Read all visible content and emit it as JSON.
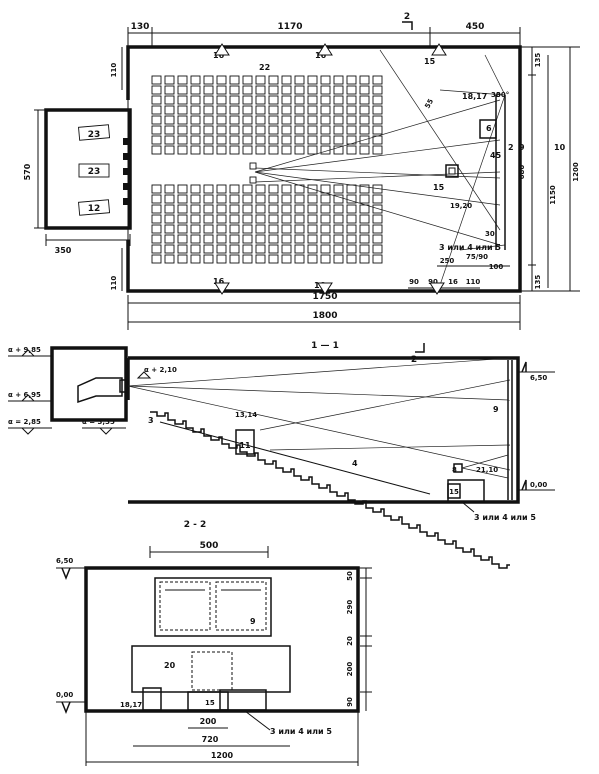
{
  "plan": {
    "dims_top": [
      "130",
      "1170",
      "450"
    ],
    "dims_bottom": [
      "1750",
      "1800"
    ],
    "dims_right": [
      "135",
      "135",
      "680",
      "1150",
      "1200"
    ],
    "dims_left": [
      "110",
      "110",
      "570",
      "350"
    ],
    "dims_inner": [
      "250",
      "75/90",
      "100",
      "90",
      "90",
      "16",
      "110"
    ],
    "labels": [
      "16",
      "22",
      "16",
      "15",
      "18,17",
      "6",
      "2",
      "9",
      "10",
      "45",
      "15",
      "19,20",
      "30",
      "30",
      "55",
      "16",
      "16"
    ],
    "angles": [
      "30°"
    ],
    "projection_rooms": [
      "23",
      "23",
      "12"
    ],
    "speaker_note": "3 или 4 или 5",
    "section_mark": "2"
  },
  "section_1_1": {
    "title": "1 — 1",
    "section_mark": "2",
    "levels": [
      "α + 9,85",
      "α + 6,95",
      "α = 2,85",
      "α = 3,35",
      "α + 2,10",
      "6,50",
      "0,00"
    ],
    "labels": [
      "3",
      "13,14",
      "11",
      "4",
      "9",
      "8",
      "21,10",
      "15"
    ],
    "speaker_note": "3 или 4 или 5"
  },
  "section_2_2": {
    "title": "2 - 2",
    "dims": [
      "500",
      "200",
      "720",
      "1200"
    ],
    "dims_right": [
      "50",
      "290",
      "20",
      "200",
      "90"
    ],
    "levels": [
      "6,50",
      "0,00"
    ],
    "labels": [
      "9",
      "20",
      "18,17",
      "15"
    ],
    "speaker_note": "3 или 4 или 5"
  }
}
